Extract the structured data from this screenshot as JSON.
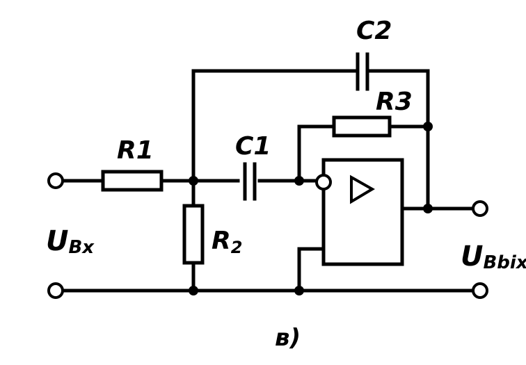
{
  "labels": {
    "r1": "R1",
    "r2": "R",
    "r2_sub": "2",
    "r3": "R3",
    "c1": "C1",
    "c2": "C2",
    "u_in": "U",
    "u_in_sub": "Bx",
    "u_out": "U",
    "u_out_sub": "Bbix",
    "caption": "в)"
  }
}
